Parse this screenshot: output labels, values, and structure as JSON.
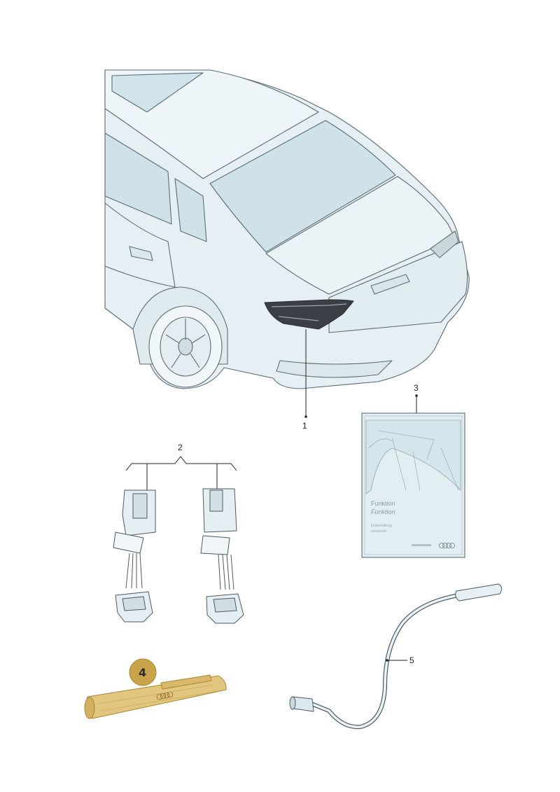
{
  "callouts": {
    "c1": "1",
    "c2": "2",
    "c3": "3",
    "c4": "4",
    "c5": "5"
  },
  "manual": {
    "title": "Funktion",
    "subtitle": "Funktion",
    "line1": "Freischaltung",
    "line2": "activación"
  },
  "colors": {
    "highlight": "#c9a44a",
    "outline": "#5c6b74",
    "panel": "#e3eef3",
    "glass": "#cfe2ea",
    "taillight": "#3b3f44"
  },
  "icons": {
    "brand_logo": "four-rings-logo"
  }
}
